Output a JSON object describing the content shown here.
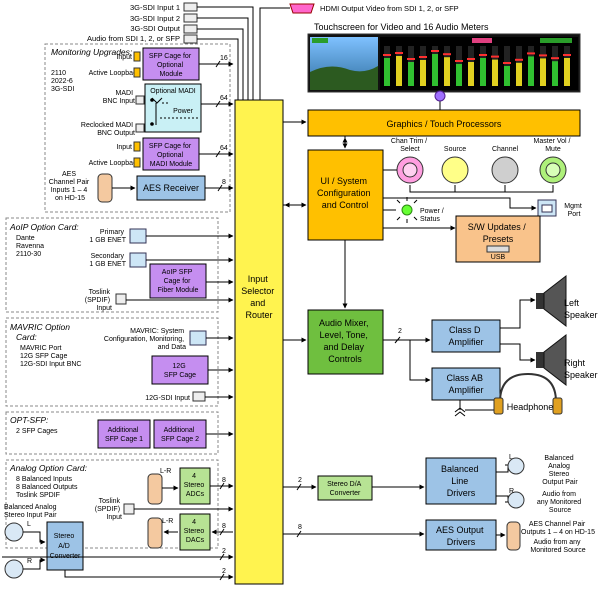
{
  "colors": {
    "router_fill": "#fff34f",
    "graphics_fill": "#ffc000",
    "ui_fill": "#ffc000",
    "mixer_fill": "#6fbf3f",
    "sw_fill": "#f9c38b",
    "blue_box": "#9dc3e6",
    "purple_box": "#c58ef0",
    "green_box": "#b7e394",
    "cyan_box": "#c9f0f5"
  },
  "inputs": {
    "sdi1": "3G-SDI Input 1",
    "sdi2": "3G-SDI Input 2",
    "sdi_out": "3G-SDI Output",
    "audio_out": "Audio from SDI 1, 2, or SFP",
    "hdmi": "HDMI Output Video from SDI 1, 2, or SFP"
  },
  "touchscreen": {
    "title": "Touchscreen for Video and 16 Audio Meters"
  },
  "monitoring": {
    "title": "Monitoring Upgrades:",
    "models": [
      "2110",
      "2022-6",
      "3G-SDI"
    ],
    "input1": "Input",
    "loop1": "Active Loopback",
    "sfp1": [
      "SFP Cage for",
      "Optional",
      "Module"
    ],
    "n16": "16",
    "madi_title": "Optional MADI",
    "madi_in": [
      "MADI",
      "BNC Input"
    ],
    "power": "Power",
    "madi_out": [
      "Reclocked MADI",
      "BNC Output"
    ],
    "n64a": "64",
    "input2": "Input",
    "loop2": "Active Loopback",
    "sfp2": [
      "SFP Cage for",
      "Optional",
      "MADI Module"
    ],
    "n64b": "64",
    "aes_in": [
      "AES",
      "Channel Pair",
      "Inputs 1 – 4",
      "on HD-15"
    ],
    "aes_receiver": "AES Receiver",
    "n8": "8"
  },
  "aoip": {
    "title": "AoIP Option Card:",
    "models": [
      "Dante",
      "Ravenna",
      "2110-30"
    ],
    "primary": [
      "Primary",
      "1 GB ENET"
    ],
    "secondary": [
      "Secondary",
      "1 GB ENET"
    ],
    "sfp": [
      "AoIP SFP",
      "Cage for",
      "Fiber Module"
    ],
    "toslink": [
      "Toslink",
      "(SPDIF)",
      "Input"
    ]
  },
  "mavric": {
    "title": [
      "MAVRIC Option",
      "Card:"
    ],
    "models": [
      "MAVRIC Port",
      "12G SFP Cage",
      "12G-SDI Input BNC"
    ],
    "system": [
      "MAVRIC: System",
      "Configuration, Monitoring,",
      "and Data"
    ],
    "sfp": [
      "12G",
      "SFP Cage"
    ],
    "sdi": "12G-SDI Input"
  },
  "optsfp": {
    "title": "OPT-SFP:",
    "models": [
      "2 SFP Cages"
    ],
    "cage1": [
      "Additional",
      "SFP Cage 1"
    ],
    "cage2": [
      "Additional",
      "SFP Cage 2"
    ]
  },
  "analog": {
    "title": "Analog Option Card:",
    "models": [
      "8 Balanced Inputs",
      "8 Balanced Outputs",
      "Toslink SPDIF"
    ],
    "in_pair": [
      "Balanced Analog",
      "Stereo Input Pair"
    ],
    "L": "L",
    "R": "R",
    "lr1": "L-R",
    "lr2": "L-R",
    "adc": [
      "4",
      "Stereo",
      "ADCs"
    ],
    "dac": [
      "4",
      "Stereo",
      "DACs"
    ],
    "toslink": [
      "Toslink",
      "(SPDIF)",
      "Input"
    ],
    "ad": [
      "Stereo",
      "A/D",
      "Converter"
    ],
    "n8a": "8",
    "n8b": "8",
    "n2a": "2",
    "n2b": "2"
  },
  "router": [
    "Input",
    "Selector",
    "and",
    "Router"
  ],
  "graphics": "Graphics / Touch Processors",
  "controls": {
    "chan_trim": [
      "Chan Trim /",
      "Select"
    ],
    "source": "Source",
    "channel": "Channel",
    "master": [
      "Master Vol /",
      "Mute"
    ]
  },
  "ui": [
    "UI / System",
    "Configuration",
    "and Control"
  ],
  "mgmt": [
    "Mgmt",
    "Port"
  ],
  "power_status": [
    "Power /",
    "Status"
  ],
  "sw": [
    "S/W Updates /",
    "Presets"
  ],
  "usb": "USB",
  "mixer": [
    "Audio Mixer,",
    "Level, Tone,",
    "and Delay",
    "Controls"
  ],
  "n2_mixer": "2",
  "class_d": [
    "Class D",
    "Amplifier"
  ],
  "class_ab": [
    "Class AB",
    "Amplifier"
  ],
  "left_speaker": [
    "Left",
    "Speaker"
  ],
  "right_speaker": [
    "Right",
    "Speaker"
  ],
  "headphone": "Headphone",
  "stereo_da": [
    "Stereo D/A",
    "Converter"
  ],
  "n2_da": "2",
  "line_drivers": [
    "Balanced",
    "Line",
    "Drivers"
  ],
  "bal_out": [
    "Balanced",
    "Analog",
    "Stereo",
    "Output Pair"
  ],
  "bal_out_src": [
    "Audio from",
    "any Monitored",
    "Source"
  ],
  "n8_aes": "8",
  "aes_out": [
    "AES Output",
    "Drivers"
  ],
  "aes_out_txt": [
    "AES Channel Pair",
    "Outputs 1 – 4  on HD-15"
  ],
  "aes_out_src": [
    "Audio from any",
    "Monitored Source"
  ]
}
